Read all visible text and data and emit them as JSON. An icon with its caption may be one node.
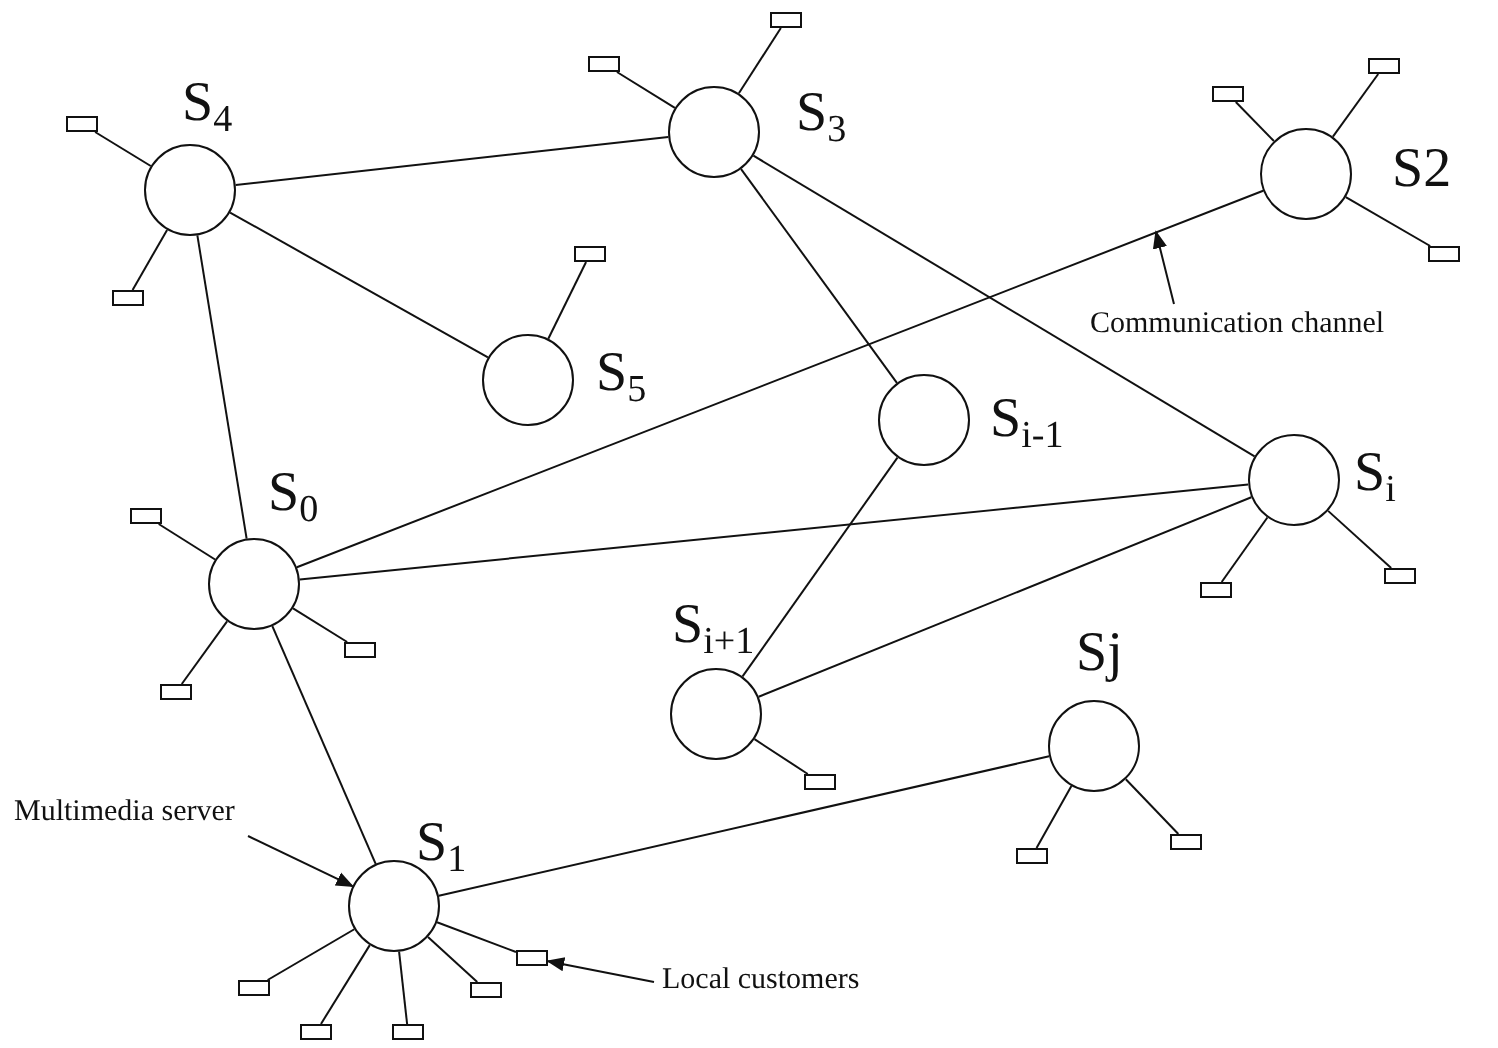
{
  "diagram": {
    "nodes": [
      {
        "text": [
          "S$_{4}$"
        ]
      },
      {
        "text": [
          "S$_{3}$"
        ]
      },
      {
        "text": [
          "S2"
        ]
      },
      {
        "text": [
          "S$_{5}$"
        ]
      },
      {
        "text": [
          "S$_{i-1}$"
        ]
      },
      {
        "text": [
          "S$_{0}$"
        ]
      },
      {
        "text": [
          "S$_{i}$"
        ]
      },
      {
        "text": [
          "S$_{i+1}$"
        ]
      },
      {
        "text": [
          "Sj"
        ]
      },
      {
        "text": [
          "S$_{1}$"
        ]
      },
      {
        "text": [
          "Communication channel"
        ]
      },
      {
        "text": [
          "Multimedia server"
        ]
      },
      {
        "text": [
          "Local customers"
        ]
      },
      {
        "text": [],
        "shape": "box"
      },
      {
        "text": [],
        "shape": "box"
      },
      {
        "text": [],
        "shape": "box"
      },
      {
        "text": [],
        "shape": "box"
      },
      {
        "text": [],
        "shape": "box"
      },
      {
        "text": [],
        "shape": "box"
      },
      {
        "text": [],
        "shape": "box"
      },
      {
        "text": [],
        "shape": "box"
      },
      {
        "text": [],
        "shape": "box"
      },
      {
        "text": [],
        "shape": "box"
      },
      {
        "text": [],
        "shape": "box"
      },
      {
        "text": [],
        "shape": "box"
      },
      {
        "text": [],
        "shape": "box"
      },
      {
        "text": [],
        "shape": "box"
      },
      {
        "text": [],
        "shape": "box"
      },
      {
        "text": [],
        "shape": "box"
      },
      {
        "text": [],
        "shape": "box"
      },
      {
        "text": [],
        "shape": "box"
      },
      {
        "text": [],
        "shape": "box"
      },
      {
        "text": [],
        "shape": "box"
      },
      {
        "text": [],
        "shape": "box"
      }
    ],
    "edges": [
      {
        "from": 0,
        "to": 1,
        "arrow": "none"
      },
      {
        "from": 0,
        "to": 3,
        "arrow": "none"
      },
      {
        "from": 0,
        "to": 5,
        "arrow": "none"
      },
      {
        "from": 1,
        "to": 4,
        "arrow": "none"
      },
      {
        "from": 1,
        "to": 6,
        "arrow": "none"
      },
      {
        "from": 5,
        "to": 2,
        "arrow": "none"
      },
      {
        "from": 5,
        "to": 6,
        "arrow": "none"
      },
      {
        "from": 5,
        "to": 9,
        "arrow": "none"
      },
      {
        "from": 4,
        "to": 7,
        "arrow": "none"
      },
      {
        "from": 6,
        "to": 7,
        "arrow": "none"
      },
      {
        "from": 9,
        "to": 8,
        "arrow": "none"
      },
      {
        "from": 10,
        "to": null,
        "arrow": "to"
      },
      {
        "from": 11,
        "to": 9,
        "arrow": "to"
      },
      {
        "from": 12,
        "to": 29,
        "arrow": "to"
      },
      {
        "from": 1,
        "to": 13,
        "arrow": "none"
      },
      {
        "from": 1,
        "to": 14,
        "arrow": "none"
      },
      {
        "from": 2,
        "to": 15,
        "arrow": "none"
      },
      {
        "from": 2,
        "to": 16,
        "arrow": "none"
      },
      {
        "from": 0,
        "to": 17,
        "arrow": "none"
      },
      {
        "from": 3,
        "to": 18,
        "arrow": "none"
      },
      {
        "from": 2,
        "to": 19,
        "arrow": "none"
      },
      {
        "from": 0,
        "to": 20,
        "arrow": "none"
      },
      {
        "from": 5,
        "to": 21,
        "arrow": "none"
      },
      {
        "from": 6,
        "to": 22,
        "arrow": "none"
      },
      {
        "from": 6,
        "to": 23,
        "arrow": "none"
      },
      {
        "from": 5,
        "to": 24,
        "arrow": "none"
      },
      {
        "from": 5,
        "to": 25,
        "arrow": "none"
      },
      {
        "from": 7,
        "to": 26,
        "arrow": "none"
      },
      {
        "from": 8,
        "to": 27,
        "arrow": "none"
      },
      {
        "from": 8,
        "to": 28,
        "arrow": "none"
      },
      {
        "from": 9,
        "to": 29,
        "arrow": "none"
      },
      {
        "from": 9,
        "to": 30,
        "arrow": "none"
      },
      {
        "from": 9,
        "to": 31,
        "arrow": "none"
      },
      {
        "from": 9,
        "to": 32,
        "arrow": "none"
      },
      {
        "from": 9,
        "to": 33,
        "arrow": "none"
      }
    ]
  }
}
